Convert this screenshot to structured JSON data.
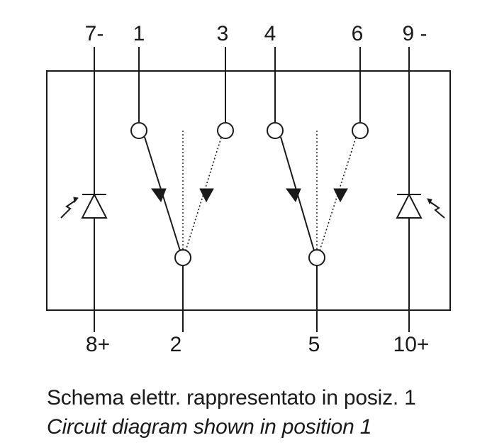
{
  "pins": {
    "top": [
      "7-",
      "1",
      "3",
      "4",
      "6",
      "9 -"
    ],
    "bottom": [
      "8+",
      "2",
      "5",
      "10+"
    ]
  },
  "caption": {
    "italian": "Schema elettr. rappresentato in posiz. 1",
    "english": "Circuit diagram shown in position 1"
  },
  "colors": {
    "line": "#1a1a1a",
    "background": "#ffffff"
  },
  "components": [
    "led-diode",
    "changeover-switch",
    "changeover-switch",
    "led-diode"
  ]
}
